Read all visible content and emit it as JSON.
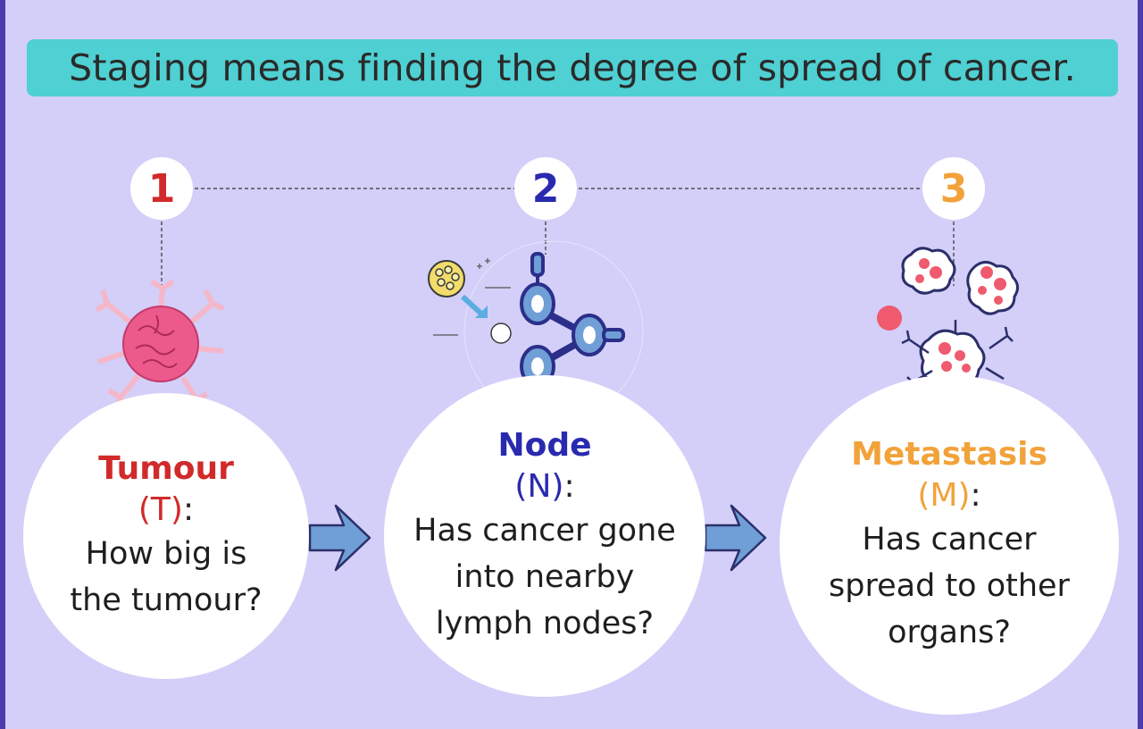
{
  "banner": {
    "text": "Staging means finding the degree of spread of cancer."
  },
  "colors": {
    "background": "#d3cff8",
    "banner": "#4fd0d3",
    "tumour": "#d12a2a",
    "node": "#2a2ab0",
    "metastasis": "#f2a23a",
    "arrow": "#6f9fd6"
  },
  "steps": [
    {
      "number": "1",
      "title": "Tumour",
      "code": "(T)",
      "colon": ":",
      "question": "How big is\nthe tumour?",
      "icon": "tumour-cell-icon"
    },
    {
      "number": "2",
      "title": "Node",
      "code": "(N)",
      "colon": ":",
      "question": "Has cancer gone\ninto nearby\nlymph nodes?",
      "icon": "lymph-node-icon"
    },
    {
      "number": "3",
      "title": "Metastasis",
      "code": "(M)",
      "colon": ":",
      "question": "Has cancer\nspread to other\norgans?",
      "icon": "metastasis-cells-icon"
    }
  ]
}
